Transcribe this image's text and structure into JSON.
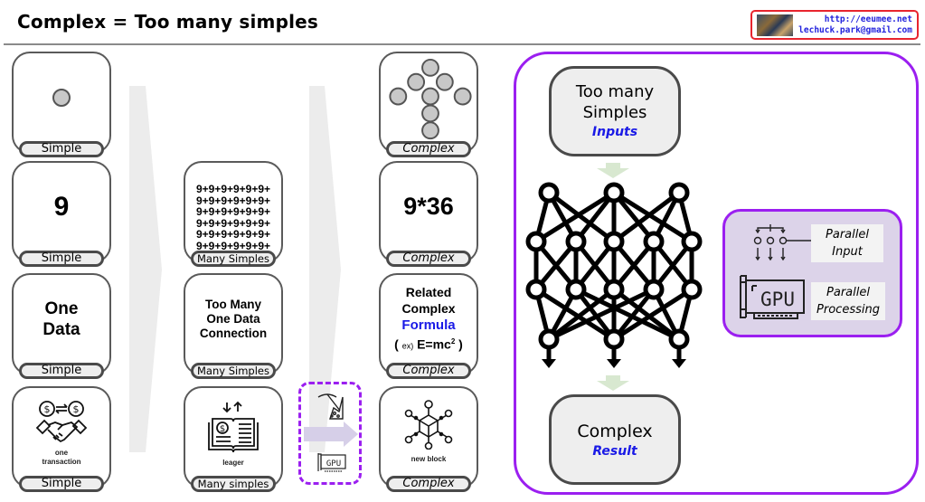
{
  "header": {
    "title": "Complex = Too many simples",
    "contact": {
      "url": "http://eeumee.net",
      "email": "lechuck.park@gmail.com",
      "avatar_icon": "portrait-thumbnail"
    }
  },
  "columns": [
    {
      "name": "simple",
      "cards": [
        {
          "kind": "dot",
          "badge": "Simple"
        },
        {
          "kind": "number",
          "text": "9",
          "badge": "Simple"
        },
        {
          "kind": "text",
          "lines": [
            "One",
            "Data"
          ],
          "badge": "Simple"
        },
        {
          "kind": "icon",
          "icon": "money-exchange-handshake-icon",
          "caption_lines": [
            "one",
            "transaction"
          ],
          "badge": "Simple"
        }
      ]
    },
    {
      "name": "many-simples",
      "cards": [
        {
          "kind": "sum",
          "lines": [
            "9+9+9+9+9+9+",
            "9+9+9+9+9+9+",
            "9+9+9+9+9+9+",
            "9+9+9+9+9+9+",
            "9+9+9+9+9+9+",
            "9+9+9+9+9+9+"
          ],
          "badge": "Many Simples"
        },
        {
          "kind": "text",
          "lines": [
            "Too Many",
            "One Data",
            "Connection"
          ],
          "badge": "Many Simples"
        },
        {
          "kind": "icon",
          "icon": "ledger-book-icon",
          "caption": "leager",
          "badge": "Many simples"
        }
      ]
    },
    {
      "name": "complex",
      "cards": [
        {
          "kind": "dot-pattern",
          "badge": "Complex"
        },
        {
          "kind": "number",
          "text": "9*36",
          "badge": "Complex"
        },
        {
          "kind": "formula",
          "lines": [
            "Related",
            "Complex"
          ],
          "highlight": "Formula",
          "example_prefix": "( ",
          "example_label": "ex)",
          "example_formula": "E=mc",
          "example_sup": "2",
          "example_suffix": " )",
          "badge": "Complex"
        },
        {
          "kind": "icon",
          "icon": "blockchain-network-icon",
          "caption": "new block",
          "badge": "Complex"
        }
      ]
    }
  ],
  "mining": {
    "icons": [
      "pickaxe-mining-icon",
      "gpu-card-icon"
    ],
    "gpu_label": "GPU"
  },
  "ai_panel": {
    "input_box": {
      "lines": [
        "Too many",
        "Simples"
      ],
      "sub": "Inputs"
    },
    "network_icon": "neural-network-icon",
    "output_box": {
      "main": "Complex",
      "sub": "Result"
    },
    "parallel": {
      "items": [
        {
          "icon": "parallel-input-icon",
          "lines": [
            "Parallel",
            "Input"
          ]
        },
        {
          "icon": "gpu-card-icon",
          "gpu_label": "GPU",
          "lines": [
            "Parallel",
            "Processing"
          ]
        }
      ]
    }
  },
  "colors": {
    "accent_purple": "#9b1ff0",
    "formula_blue": "#1a1ae6",
    "contact_red": "#e8242e",
    "flow_grey": "#ececec",
    "flow_arrow_green": "#d8e8d0",
    "parallel_bg": "#dcd3e9"
  }
}
